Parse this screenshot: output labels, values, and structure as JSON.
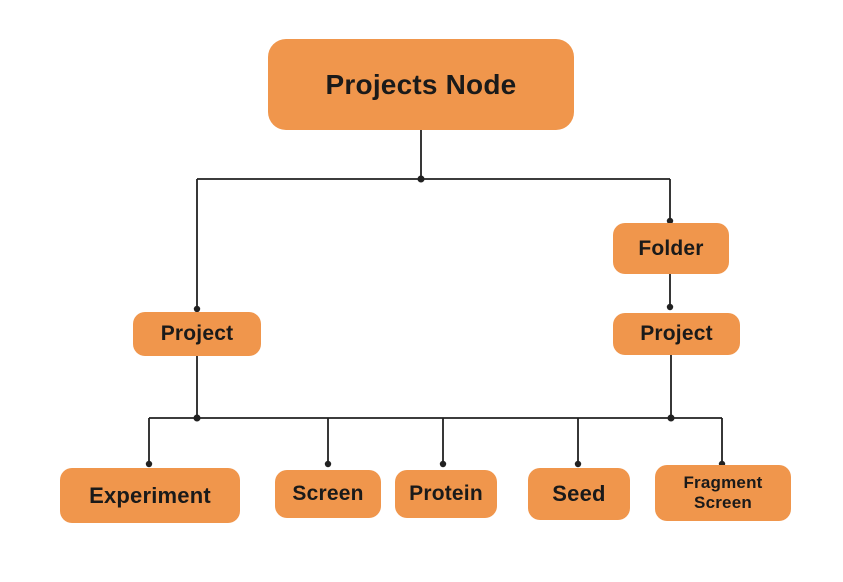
{
  "diagram": {
    "type": "tree",
    "background": "#ffffff",
    "colors": {
      "node_fill": "#F0964C",
      "node_text": "#1A1A1A",
      "connector": "#212121"
    },
    "nodes": {
      "root": {
        "label": "Projects Node"
      },
      "folder": {
        "label": "Folder"
      },
      "project_left": {
        "label": "Project"
      },
      "project_right": {
        "label": "Project"
      },
      "experiment": {
        "label": "Experiment"
      },
      "screen": {
        "label": "Screen"
      },
      "protein": {
        "label": "Protein"
      },
      "seed": {
        "label": "Seed"
      },
      "fragment_screen": {
        "label": "Fragment Screen"
      }
    },
    "edges": [
      {
        "from": "root",
        "to": "project_left"
      },
      {
        "from": "root",
        "to": "folder"
      },
      {
        "from": "folder",
        "to": "project_right"
      },
      {
        "from": "project_left",
        "to": "experiment"
      },
      {
        "from": "project_left",
        "to": "screen"
      },
      {
        "from": "project_left",
        "to": "protein"
      },
      {
        "from": "project_left",
        "to": "seed"
      },
      {
        "from": "project_left",
        "to": "fragment_screen"
      },
      {
        "from": "project_right",
        "to": "experiment"
      },
      {
        "from": "project_right",
        "to": "screen"
      },
      {
        "from": "project_right",
        "to": "protein"
      },
      {
        "from": "project_right",
        "to": "seed"
      },
      {
        "from": "project_right",
        "to": "fragment_screen"
      }
    ]
  }
}
